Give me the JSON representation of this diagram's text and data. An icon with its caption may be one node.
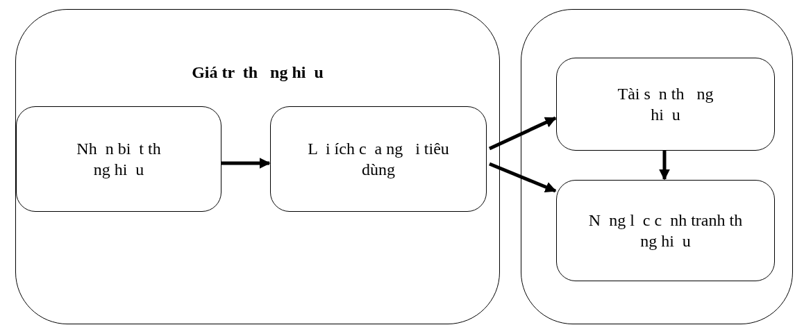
{
  "diagram": {
    "nodes": [
      {
        "text": [
          "Giá tr  th   ng hi  u"
        ]
      },
      {
        "text": [
          "Nh  n bi  t th   ng hi  u"
        ],
        "in": 0
      },
      {
        "text": [
          "L  i ích c  a ng   i tiêu dùng"
        ],
        "in": 0
      },
      {
        "text": [],
        "shape": "box"
      },
      {
        "text": [
          "Tài s  n th   ng hi  u"
        ],
        "in": 3
      },
      {
        "text": [
          "N  ng l  c c  nh tranh th   ng hi  u"
        ],
        "in": 3
      }
    ],
    "edges": [
      {
        "from": 1,
        "to": 2,
        "arrow": "to"
      },
      {
        "from": 2,
        "to": 4,
        "arrow": "to"
      },
      {
        "from": 2,
        "to": 5,
        "arrow": "to"
      },
      {
        "from": 4,
        "to": 5,
        "arrow": "to"
      }
    ]
  }
}
